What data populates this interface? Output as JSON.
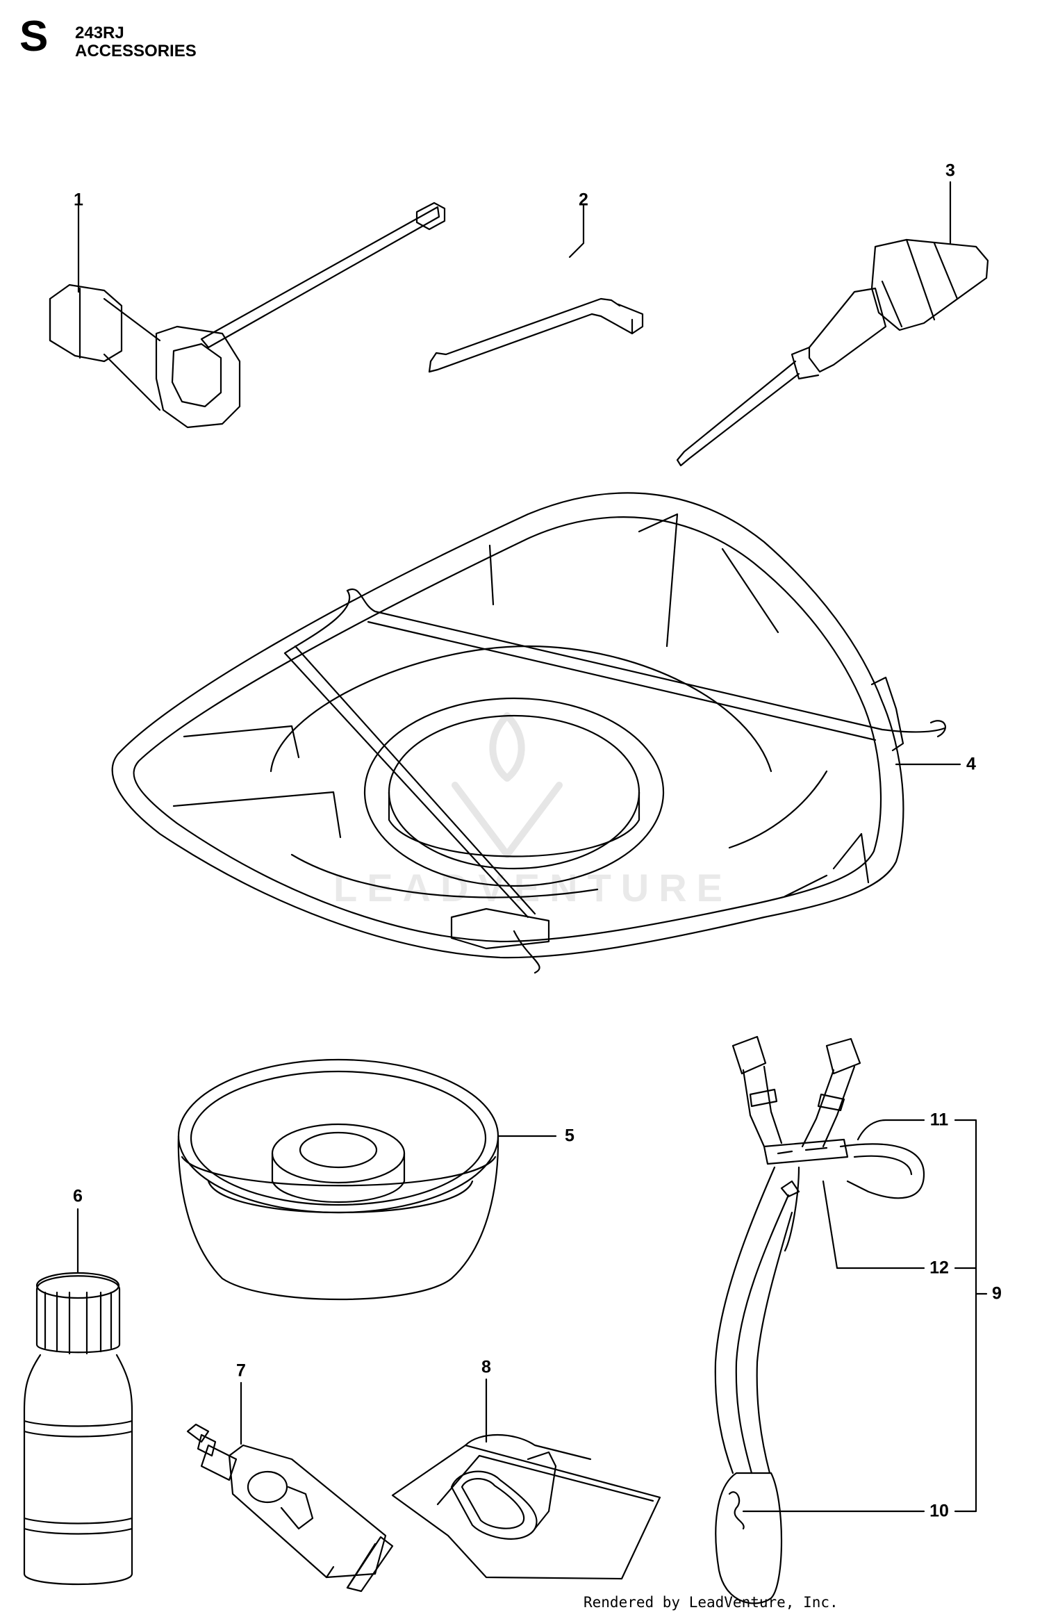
{
  "header": {
    "section_letter": "S",
    "model": "243RJ",
    "title": "ACCESSORIES"
  },
  "callouts": [
    {
      "id": "1",
      "label": "1"
    },
    {
      "id": "2",
      "label": "2"
    },
    {
      "id": "3",
      "label": "3"
    },
    {
      "id": "4",
      "label": "4"
    },
    {
      "id": "5",
      "label": "5"
    },
    {
      "id": "6",
      "label": "6"
    },
    {
      "id": "7",
      "label": "7"
    },
    {
      "id": "8",
      "label": "8"
    },
    {
      "id": "9",
      "label": "9"
    },
    {
      "id": "10",
      "label": "10"
    },
    {
      "id": "11",
      "label": "11"
    },
    {
      "id": "12",
      "label": "12"
    }
  ],
  "watermark": "LEADVENTURE",
  "footer": "Rendered by LeadVenture, Inc.",
  "colors": {
    "line": "#000000",
    "background": "#ffffff",
    "watermark": "#e9e9e9"
  }
}
